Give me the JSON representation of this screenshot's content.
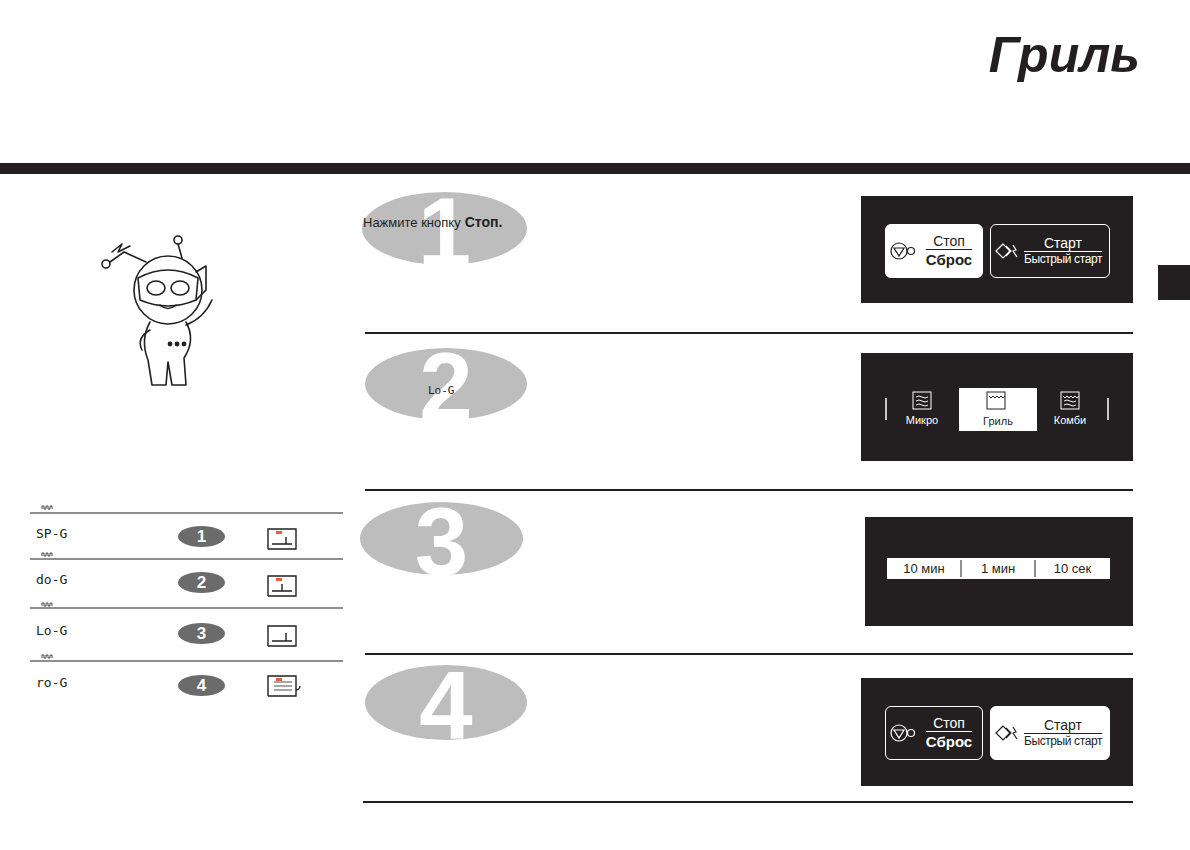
{
  "diagram": {
    "title": "Гриль",
    "nodes": [
      {
        "text": [
          "1"
        ]
      },
      {
        "text": [
          "Стоп",
          "Сброс"
        ]
      },
      {
        "text": [
          "Старт",
          "Быстрый старт"
        ]
      },
      {
        "text": [
          "2"
        ]
      },
      {
        "text": [
          "Микро"
        ]
      },
      {
        "text": [
          "Гриль"
        ]
      },
      {
        "text": [
          "Комби"
        ]
      },
      {
        "text": [
          "3"
        ]
      },
      {
        "text": [
          "10 мин"
        ]
      },
      {
        "text": [
          "1 мин"
        ]
      },
      {
        "text": [
          "10 сек"
        ]
      },
      {
        "text": [
          "4"
        ]
      },
      {
        "text": [
          "Стоп",
          "Сброс"
        ]
      },
      {
        "text": [
          "Старт",
          "Быстрый старт"
        ]
      },
      {
        "text": [
          "1"
        ]
      },
      {
        "text": [
          "2"
        ]
      },
      {
        "text": [
          "3"
        ]
      },
      {
        "text": [
          "4"
        ]
      }
    ],
    "labels": [
      "Нажмите кнопку",
      "Стоп.",
      "Lo-G",
      "SP-G",
      "do-G",
      "Lo-G",
      "ro-G"
    ]
  }
}
